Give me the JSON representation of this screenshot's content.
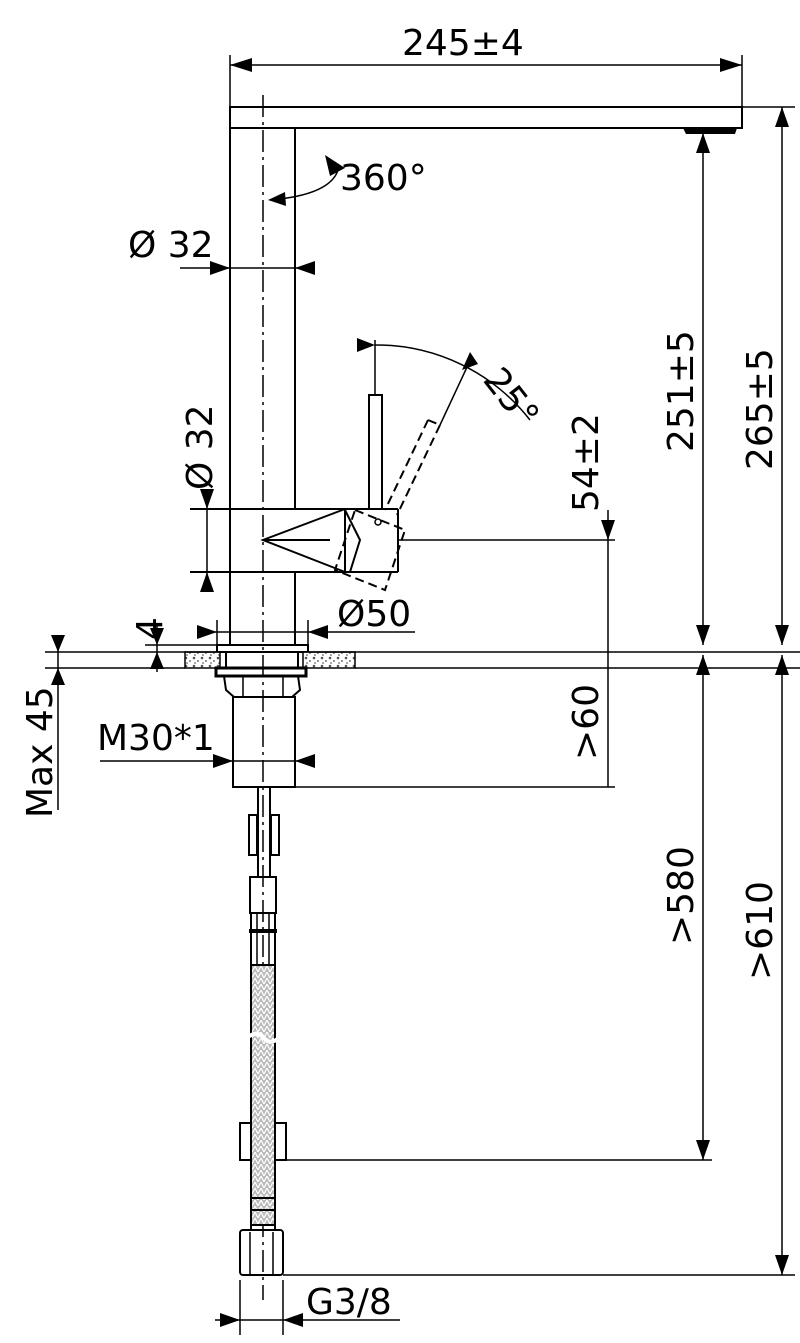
{
  "drawing": {
    "title": "Kitchen faucet dimension drawing",
    "dimensions": {
      "spout_reach": "245±4",
      "rotation": "360°",
      "column_diameter": "Ø 32",
      "body_diameter": "Ø 32",
      "lever_angle": "25°",
      "base_diameter": "Ø50",
      "plate_thickness": "4",
      "max_deck_thickness": "Max 45",
      "thread": "M30*1",
      "outlet_height": "251±5",
      "total_height": "265±5",
      "lever_height": "54±2",
      "shank_min": ">60",
      "hose_min_580": ">580",
      "hose_min_610": ">610",
      "connection": "G3/8"
    }
  }
}
